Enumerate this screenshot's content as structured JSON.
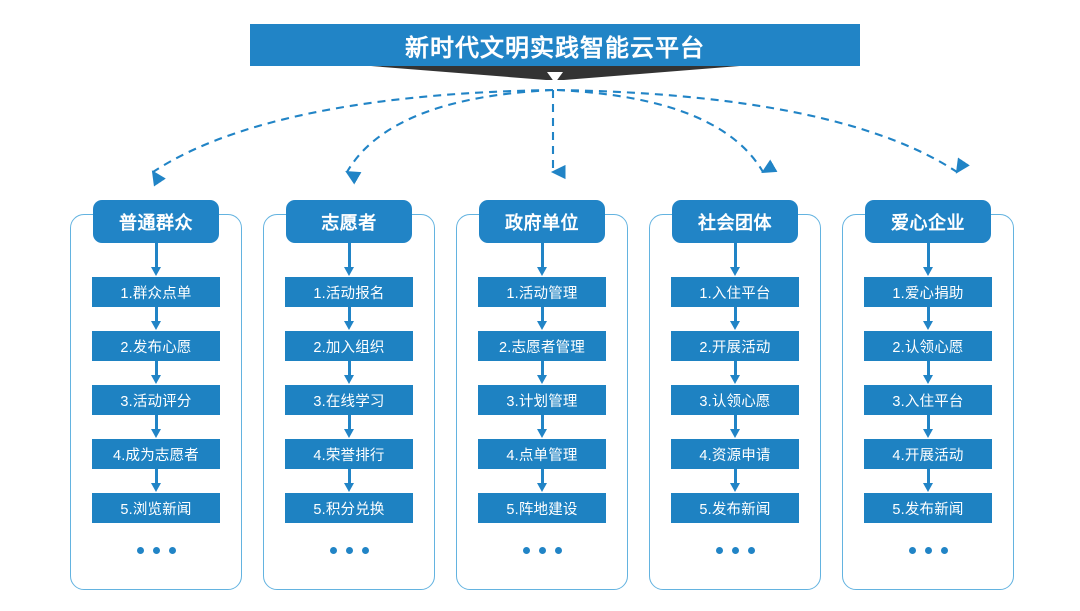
{
  "header": {
    "title": "新时代文明实践智能云平台"
  },
  "theme": {
    "banner_blue": "#2184c6",
    "box_blue": "#1e82c2",
    "frame_border_blue": "#63b3e0",
    "ribbon_dark": "#333333",
    "background": "#ffffff",
    "text_on_blue": "#ffffff"
  },
  "ellipsis_label": "...",
  "columns": [
    {
      "id": "ordinary-public",
      "title": "普通群众",
      "items": [
        "1.群众点单",
        "2.发布心愿",
        "3.活动评分",
        "4.成为志愿者",
        "5.浏览新闻"
      ]
    },
    {
      "id": "volunteer",
      "title": "志愿者",
      "items": [
        "1.活动报名",
        "2.加入组织",
        "3.在线学习",
        "4.荣誉排行",
        "5.积分兑换"
      ]
    },
    {
      "id": "government-unit",
      "title": "政府单位",
      "items": [
        "1.活动管理",
        "2.志愿者管理",
        "3.计划管理",
        "4.点单管理",
        "5.阵地建设"
      ]
    },
    {
      "id": "social-group",
      "title": "社会团体",
      "items": [
        "1.入住平台",
        "2.开展活动",
        "3.认领心愿",
        "4.资源申请",
        "5.发布新闻"
      ]
    },
    {
      "id": "caring-enterprise",
      "title": "爱心企业",
      "items": [
        "1.爱心捐助",
        "2.认领心愿",
        "3.入住平台",
        "4.开展活动",
        "5.发布新闻"
      ]
    }
  ]
}
